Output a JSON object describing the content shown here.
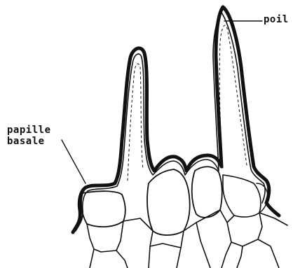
{
  "labels": {
    "poil": "poil",
    "papille_line1": "papille",
    "papille_line2": "basale"
  },
  "colors": {
    "ink": "#111111",
    "background": "#ffffff"
  }
}
